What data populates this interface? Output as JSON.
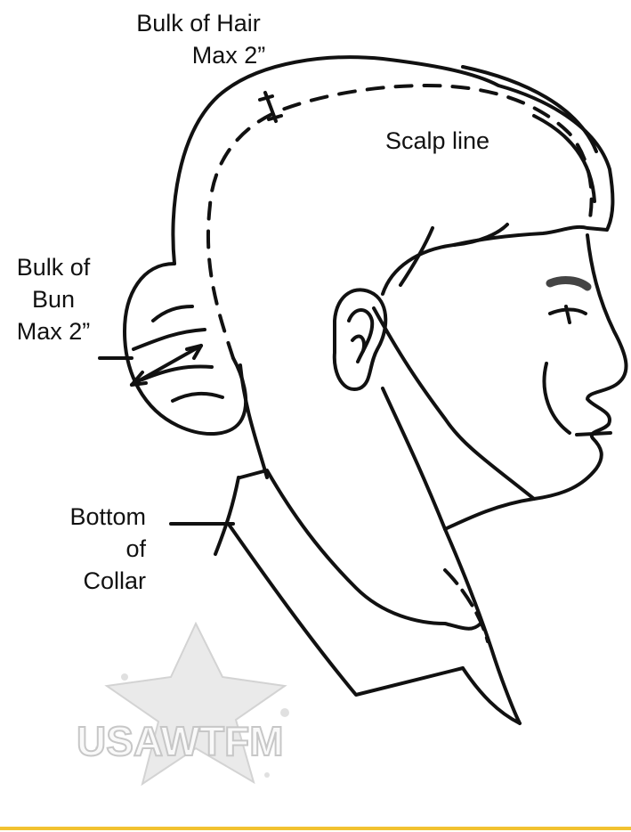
{
  "labels": {
    "bulk_of_hair": [
      "Bulk of Hair",
      "Max 2”"
    ],
    "scalp_line": "Scalp line",
    "bulk_of_bun": [
      "Bulk of",
      "Bun",
      "Max 2”"
    ],
    "bottom_of_collar": [
      "Bottom",
      "of",
      "Collar"
    ]
  },
  "watermark": {
    "text": "USAWTFM",
    "logo_icon": "star-s-logo"
  },
  "colors": {
    "line": "#111111",
    "accent_rule": "#f2c230",
    "watermark": "#b9b9b9"
  }
}
